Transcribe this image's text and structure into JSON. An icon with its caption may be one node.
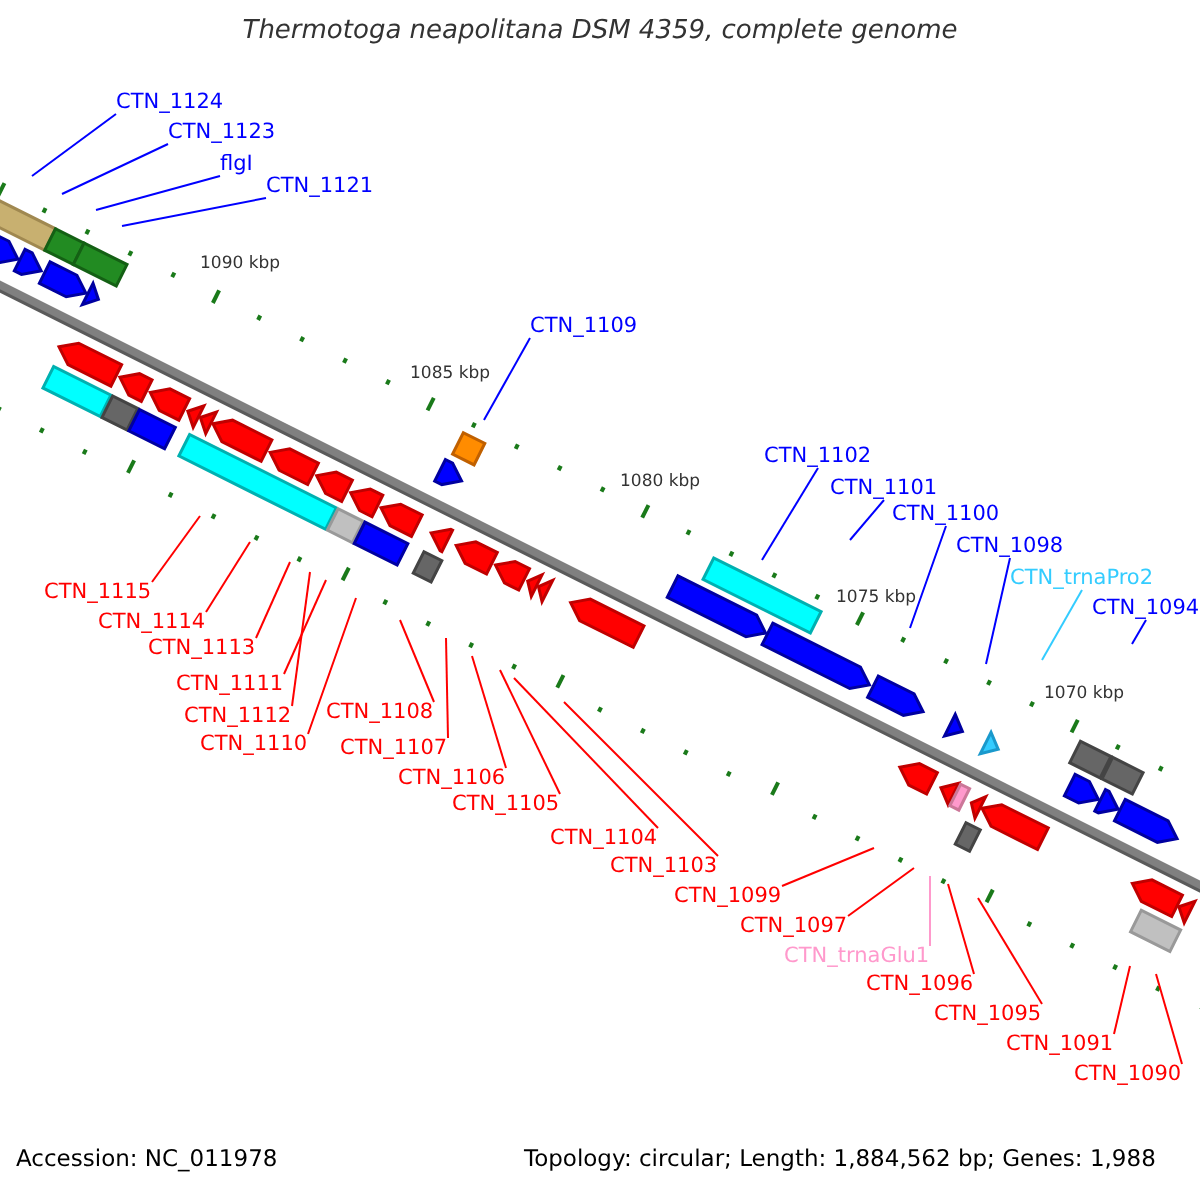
{
  "diagram": {
    "title": "Thermotoga neapolitana DSM 4359, complete genome",
    "nodes": [
      {
        "text": [
          "CTN_1124"
        ]
      },
      {
        "text": [
          "CTN_1123"
        ]
      },
      {
        "text": [
          "flgI"
        ]
      },
      {
        "text": [
          "CTN_1121"
        ]
      },
      {
        "text": [
          "CTN_1109"
        ]
      },
      {
        "text": [
          "CTN_1102"
        ]
      },
      {
        "text": [
          "CTN_1101"
        ]
      },
      {
        "text": [
          "CTN_1100"
        ]
      },
      {
        "text": [
          "CTN_1098"
        ]
      },
      {
        "text": [
          "CTN_trnaPro2"
        ]
      },
      {
        "text": [
          "CTN_1094"
        ]
      },
      {
        "text": [
          "CTN_1115"
        ]
      },
      {
        "text": [
          "CTN_1114"
        ]
      },
      {
        "text": [
          "CTN_1113"
        ]
      },
      {
        "text": [
          "CTN_1111"
        ]
      },
      {
        "text": [
          "CTN_1112"
        ]
      },
      {
        "text": [
          "CTN_1110"
        ]
      },
      {
        "text": [
          "CTN_1108"
        ]
      },
      {
        "text": [
          "CTN_1107"
        ]
      },
      {
        "text": [
          "CTN_1106"
        ]
      },
      {
        "text": [
          "CTN_1105"
        ]
      },
      {
        "text": [
          "CTN_1104"
        ]
      },
      {
        "text": [
          "CTN_1103"
        ]
      },
      {
        "text": [
          "CTN_1099"
        ]
      },
      {
        "text": [
          "CTN_1097"
        ]
      },
      {
        "text": [
          "CTN_trnaGlu1"
        ]
      },
      {
        "text": [
          "CTN_1096"
        ]
      },
      {
        "text": [
          "CTN_1095"
        ]
      },
      {
        "text": [
          "CTN_1091"
        ]
      },
      {
        "text": [
          "CTN_1090"
        ]
      }
    ],
    "edges": [
      {
        "from": 0,
        "to": null,
        "arrow": "none",
        "color": "#0000ff"
      },
      {
        "from": 1,
        "to": null,
        "arrow": "none",
        "color": "#0000ff"
      },
      {
        "from": 2,
        "to": null,
        "arrow": "none",
        "color": "#0000ff"
      },
      {
        "from": 3,
        "to": null,
        "arrow": "none",
        "color": "#0000ff"
      },
      {
        "from": 4,
        "to": null,
        "arrow": "none",
        "color": "#0000ff"
      },
      {
        "from": 5,
        "to": null,
        "arrow": "none",
        "color": "#0000ff"
      },
      {
        "from": 6,
        "to": null,
        "arrow": "none",
        "color": "#0000ff"
      },
      {
        "from": 7,
        "to": null,
        "arrow": "none",
        "color": "#0000ff"
      },
      {
        "from": 8,
        "to": null,
        "arrow": "none",
        "color": "#0000ff"
      },
      {
        "from": 9,
        "to": null,
        "arrow": "none",
        "color": "#33ccff"
      },
      {
        "from": 10,
        "to": null,
        "arrow": "none",
        "color": "#0000ff"
      },
      {
        "from": 11,
        "to": null,
        "arrow": "none"
      },
      {
        "from": 12,
        "to": null,
        "arrow": "none"
      },
      {
        "from": 13,
        "to": null,
        "arrow": "none"
      },
      {
        "from": 14,
        "to": null,
        "arrow": "none"
      },
      {
        "from": 15,
        "to": null,
        "arrow": "none"
      },
      {
        "from": 16,
        "to": null,
        "arrow": "none"
      },
      {
        "from": 17,
        "to": null,
        "arrow": "none"
      },
      {
        "from": 18,
        "to": null,
        "arrow": "none"
      },
      {
        "from": 19,
        "to": null,
        "arrow": "none"
      },
      {
        "from": 20,
        "to": null,
        "arrow": "none"
      },
      {
        "from": 21,
        "to": null,
        "arrow": "none"
      },
      {
        "from": 22,
        "to": null,
        "arrow": "none"
      },
      {
        "from": 23,
        "to": null,
        "arrow": "none"
      },
      {
        "from": 24,
        "to": null,
        "arrow": "none"
      },
      {
        "from": 25,
        "to": null,
        "arrow": "none",
        "color": "#ff99cc"
      },
      {
        "from": 26,
        "to": null,
        "arrow": "none"
      },
      {
        "from": 27,
        "to": null,
        "arrow": "none"
      },
      {
        "from": 28,
        "to": null,
        "arrow": "none"
      },
      {
        "from": 29,
        "to": null,
        "arrow": "none"
      }
    ],
    "labels": [
      "1090 kbp",
      "1085 kbp",
      "1080 kbp",
      "1075 kbp",
      "1070 kbp",
      "Accession: NC_011978",
      "Topology: circular; Length: 1,884,562 bp; Genes: 1,988"
    ]
  }
}
